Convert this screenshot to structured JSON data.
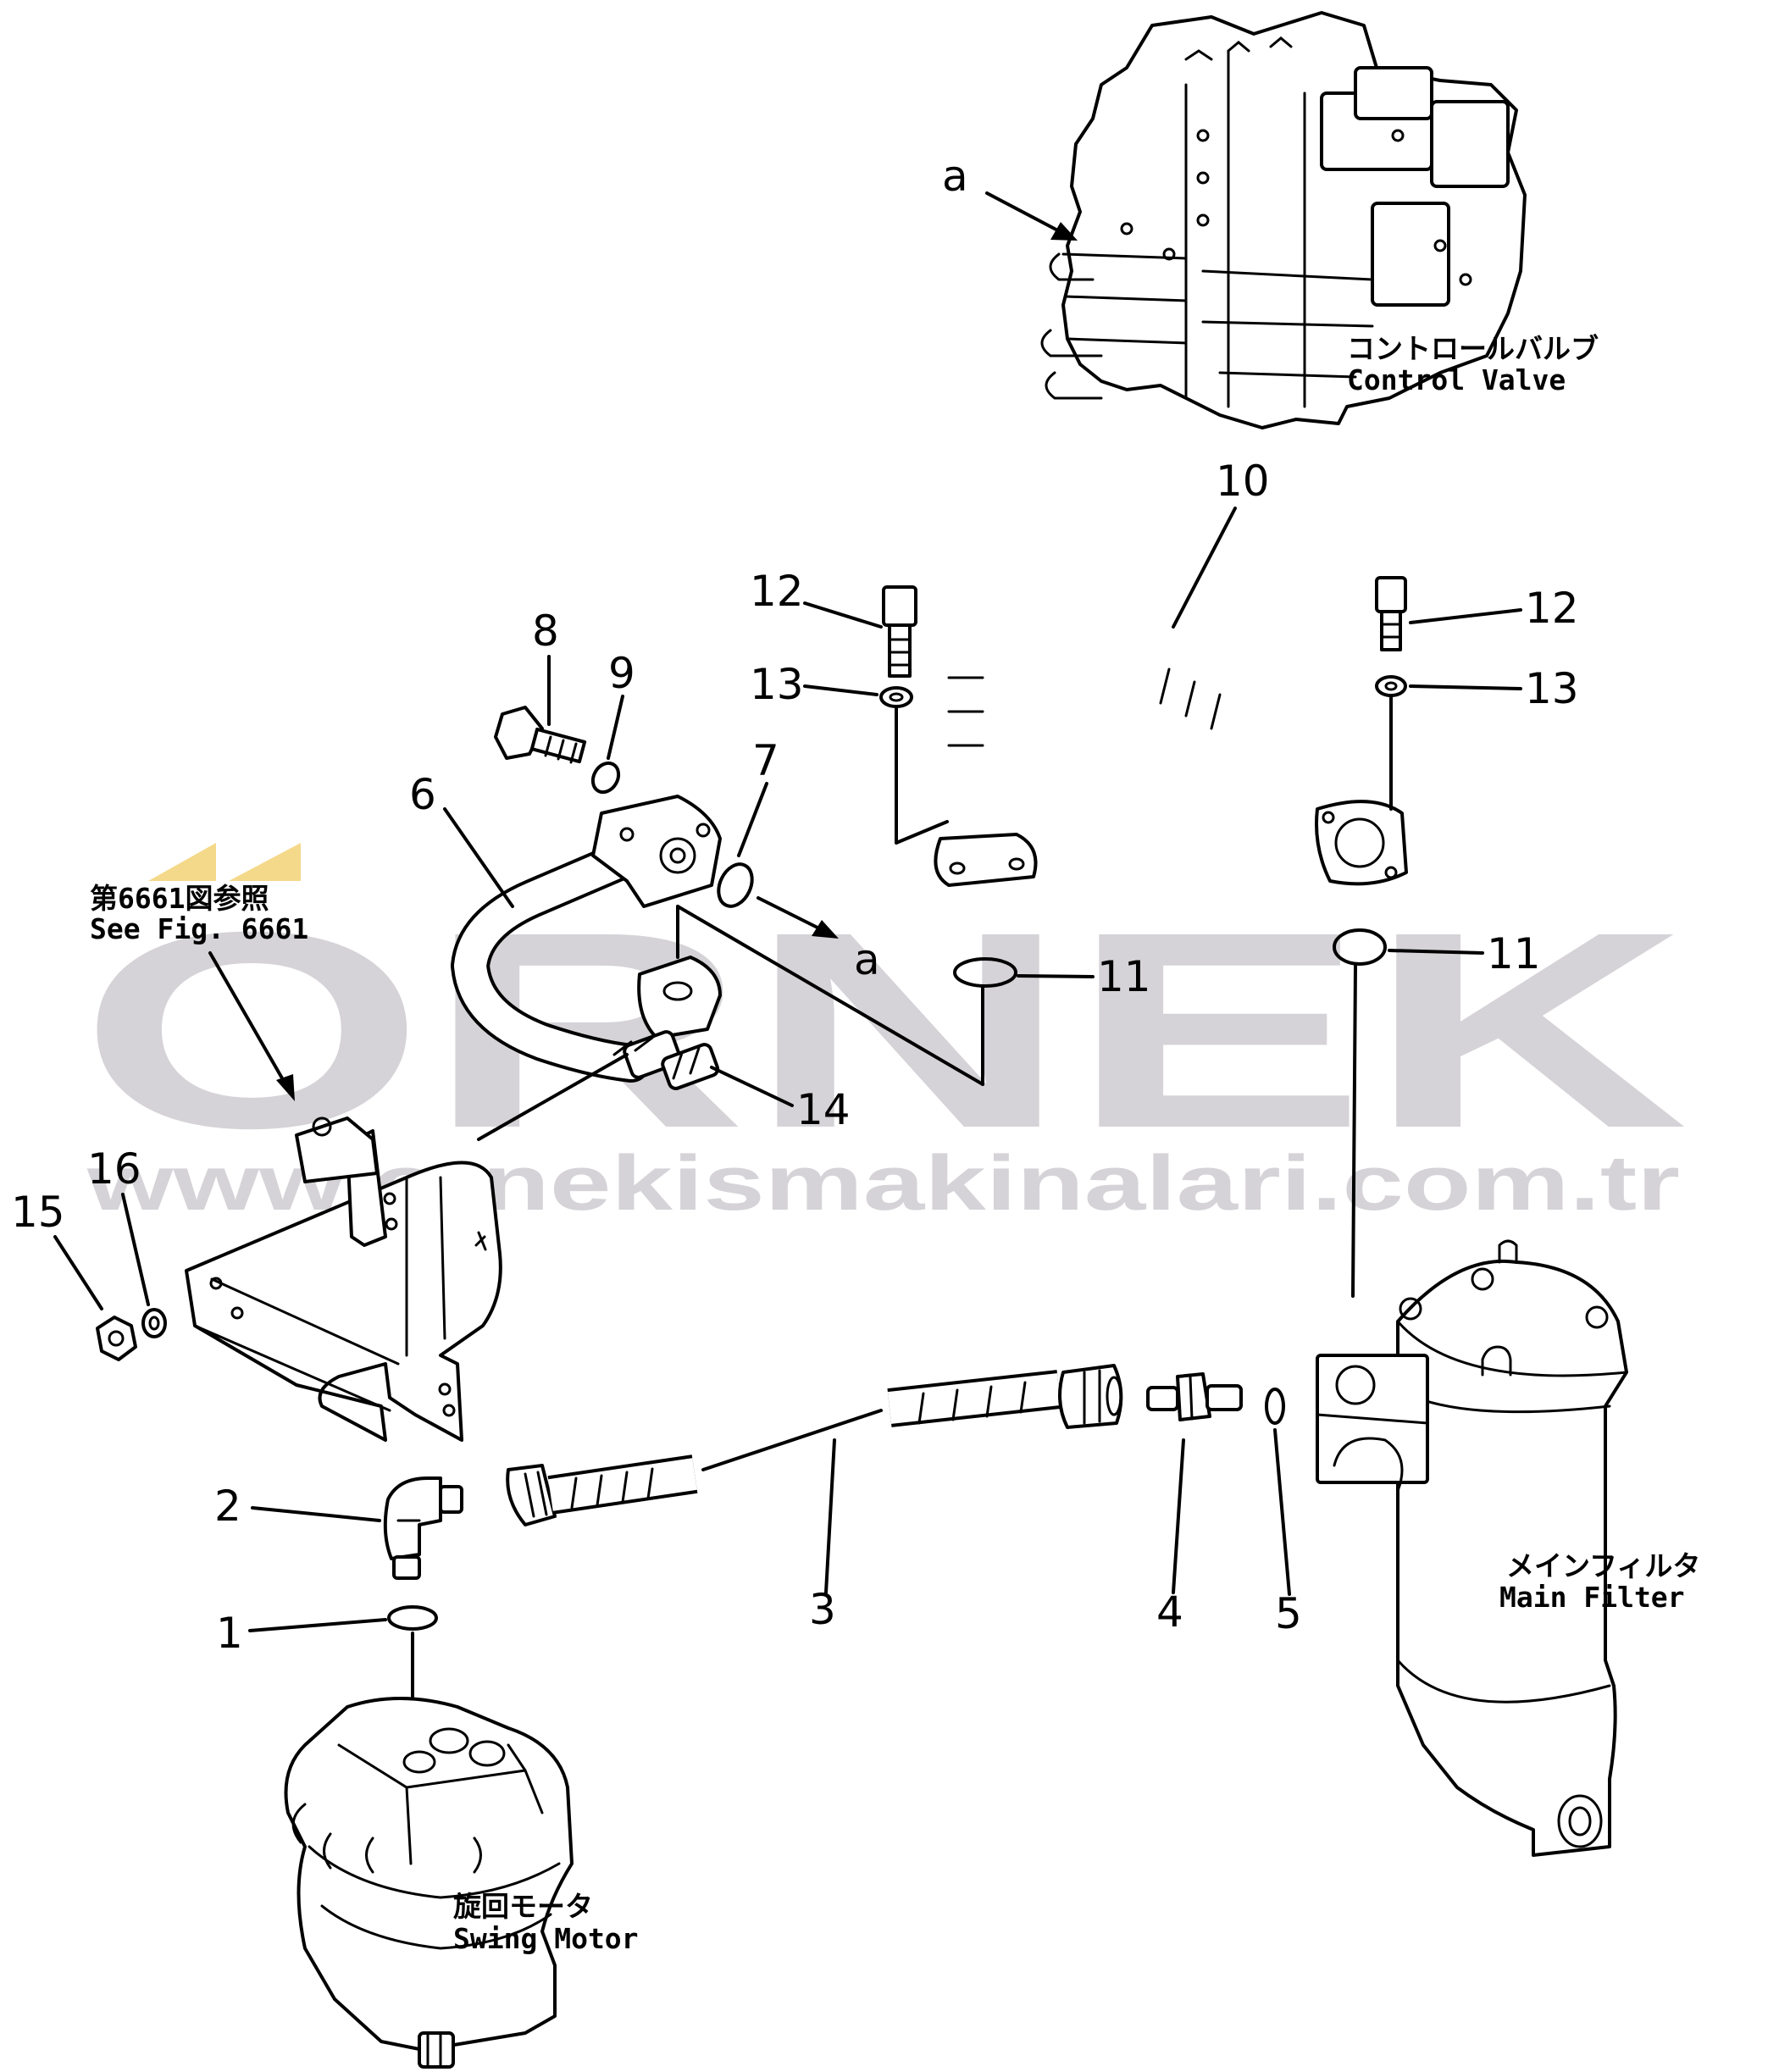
{
  "watermark": {
    "brand": "ORNEK",
    "url": "www.ornekismakinalari.com.tr",
    "color": "#d5d3d7",
    "accent_color": "#f4d98a"
  },
  "labels": {
    "control_valve_jp": "コントロールバルブ",
    "control_valve_en": "Control  Valve",
    "main_filter_jp": "メインフィルタ",
    "main_filter_en": "Main  Filter",
    "swing_motor_jp": "旋回モータ",
    "swing_motor_en": "Swing  Motor",
    "see_fig_jp": "第6661図参照",
    "see_fig_en": "See  Fig. 6661"
  },
  "reference": {
    "letter_top": "a",
    "letter_mid": "a"
  },
  "callouts": {
    "n1": "1",
    "n2": "2",
    "n3": "3",
    "n4": "4",
    "n5": "5",
    "n6": "6",
    "n7": "7",
    "n8": "8",
    "n9": "9",
    "n10": "10",
    "n11a": "11",
    "n11b": "11",
    "n12a": "12",
    "n12b": "12",
    "n13a": "13",
    "n13b": "13",
    "n14": "14",
    "n15": "15",
    "n16": "16"
  }
}
